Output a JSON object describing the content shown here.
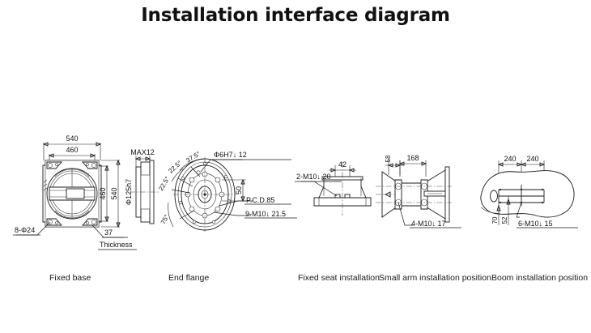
{
  "title": "Installation interface diagram",
  "background_color": "#ffffff",
  "line_color": "#1a1a1a",
  "panels": [
    {
      "id": "fixed-base",
      "caption": "Fixed base",
      "dimensions": {
        "width_outer": "540",
        "width_inner": "460",
        "height_inner": "460",
        "height_outer": "540",
        "thickness_value": "37",
        "thickness_label": "Thickness",
        "hole_callout": "8-Φ24"
      }
    },
    {
      "id": "end-flange",
      "caption": "End flange",
      "dimensions": {
        "max_thickness": "MAX12",
        "shaft_dia": "Φ125h7",
        "angle_a": "22.5°",
        "angle_b": "22.5°",
        "angle_c": "37.5°",
        "angle_d": "75°",
        "pin_hole": "Φ6H7↓ 12",
        "spacing_50": "50",
        "pcd": "P.C.D.85",
        "thread_callout": "9-M10↓ 21.5"
      }
    },
    {
      "id": "fixed-seat-installation",
      "caption": "Fixed seat installation",
      "dimensions": {
        "width_42": "42",
        "thread_callout": "2-M10↓ 20"
      }
    },
    {
      "id": "small-arm-installation-position",
      "caption": "Small arm installation position",
      "dimensions": {
        "offset_58": "58",
        "span_168": "168",
        "thread_callout": "4-M10↓ 17"
      }
    },
    {
      "id": "boom-installation-position",
      "caption": "Boom installation position",
      "dimensions": {
        "span_left_240": "240",
        "span_right_240": "240",
        "offset_70": "70",
        "offset_52": "52",
        "thread_callout": "6-M10↓ 15"
      }
    }
  ]
}
